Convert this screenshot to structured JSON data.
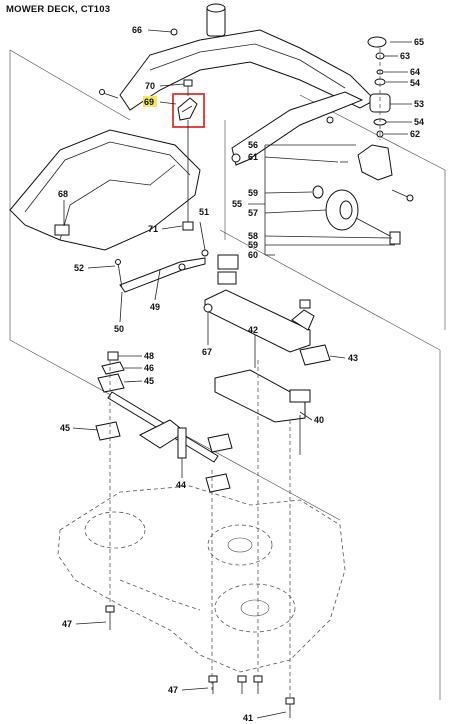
{
  "title": "MOWER DECK, CT103",
  "highlight_color": "#e03030",
  "highlight_label_bg": "#f5e85a",
  "labels": {
    "p66": "66",
    "p65": "65",
    "p63": "63",
    "p64": "64",
    "p54a": "54",
    "p70": "70",
    "p69": "69",
    "p53": "53",
    "p54b": "54",
    "p62": "62",
    "p56": "56",
    "p61": "61",
    "p55": "55",
    "p59a": "59",
    "p57": "57",
    "p58": "58",
    "p59b": "59",
    "p60": "60",
    "p68": "68",
    "p71": "71",
    "p51": "51",
    "p52": "52",
    "p49": "49",
    "p50": "50",
    "p67": "67",
    "p42": "42",
    "p43": "43",
    "p48": "48",
    "p46": "46",
    "p45a": "45",
    "p45b": "45",
    "p40": "40",
    "p44": "44",
    "p47a": "47",
    "p47b": "47",
    "p41": "41"
  }
}
